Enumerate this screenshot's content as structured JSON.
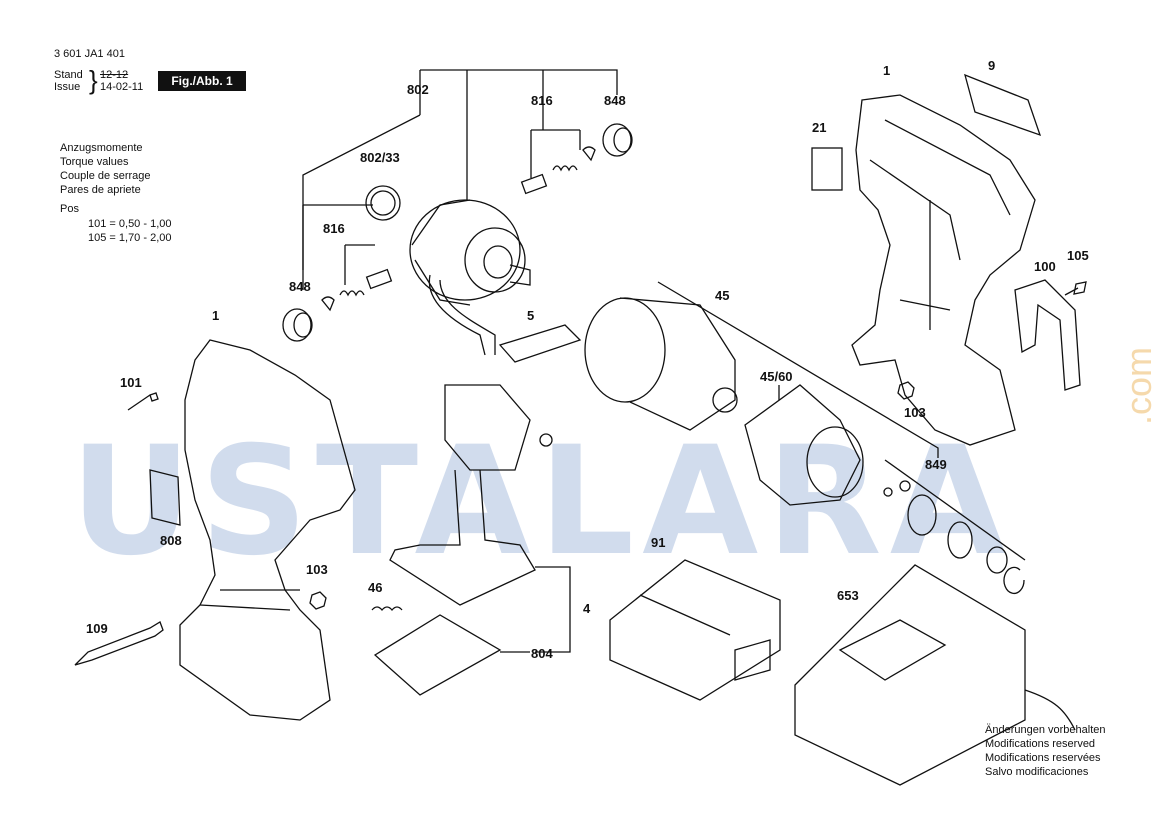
{
  "header": {
    "doc_number": "3 601 JA1 401",
    "stand_label": "Stand",
    "issue_label": "Issue",
    "stand_value": "12-12",
    "issue_value": "14-02-11",
    "figure_label": "Fig./Abb. 1"
  },
  "torque": {
    "lines": [
      "Anzugsmomente",
      "Torque values",
      "Couple de serrage",
      "Pares de apriete"
    ],
    "pos_label": "Pos",
    "rows": [
      "101 =  0,50 - 1,00",
      "105 =  1,70 - 2,00"
    ]
  },
  "callouts": {
    "c1_top": "1",
    "c9": "9",
    "c21": "21",
    "c802": "802",
    "c816_top": "816",
    "c848_top": "848",
    "c802_33": "802/33",
    "c816_left": "816",
    "c848_left": "848",
    "c1_left": "1",
    "c101": "101",
    "c5": "5",
    "c45": "45",
    "c45_60": "45/60",
    "c100": "100",
    "c105": "105",
    "c103_right": "103",
    "c849": "849",
    "c808": "808",
    "c103_left": "103",
    "c46": "46",
    "c4": "4",
    "c91": "91",
    "c804": "804",
    "c109": "109",
    "c653": "653"
  },
  "footer": {
    "notes": [
      "Änderungen vorbehalten",
      "Modifications reserved",
      "Modifications reservées",
      "Salvo modificaciones"
    ]
  },
  "watermark": {
    "text": "USTALARA",
    "suffix": ".com",
    "color": "#9bb3d8",
    "accent": "#f2c98a"
  }
}
